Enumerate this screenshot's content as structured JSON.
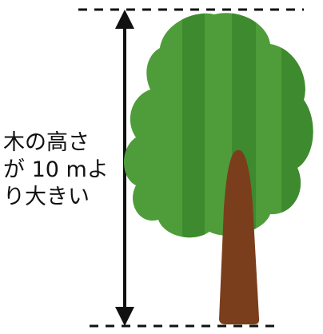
{
  "label": {
    "line1": "木の高さ",
    "line2": "が 10 mよ",
    "line3": "り大きい"
  },
  "colors": {
    "leaf_light": "#4f9d3a",
    "leaf_dark": "#3e8a2f",
    "trunk": "#7a3e1d",
    "line": "#111111"
  }
}
